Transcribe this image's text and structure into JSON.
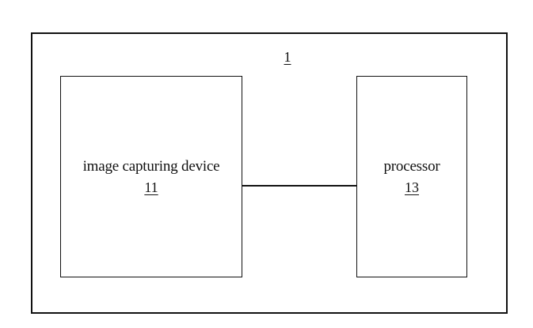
{
  "diagram": {
    "system": {
      "ref": "1"
    },
    "blocks": [
      {
        "name": "image capturing device",
        "ref": "11"
      },
      {
        "name": "processor",
        "ref": "13"
      }
    ],
    "connections": [
      {
        "from": "11",
        "to": "13"
      }
    ]
  }
}
